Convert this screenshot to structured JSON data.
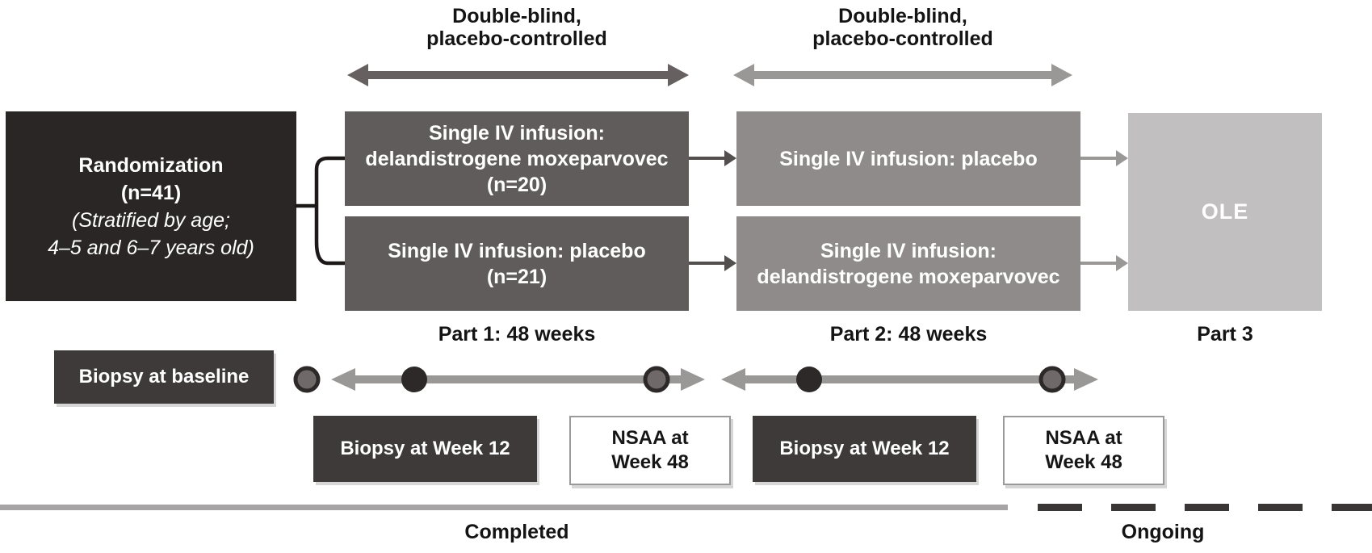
{
  "header": {
    "part1_label": "Double-blind,\nplacebo-controlled",
    "part2_label": "Double-blind,\nplacebo-controlled"
  },
  "randomization": {
    "title": "Randomization",
    "n": "(n=41)",
    "stratification": "(Stratified by age;\n4–5 and 6–7 years old)"
  },
  "part1": {
    "arm1": "Single IV infusion:\ndelandistrogene moxeparvovec\n(n=20)",
    "arm2": "Single IV infusion: placebo\n(n=21)",
    "label": "Part 1: 48 weeks"
  },
  "part2": {
    "arm1": "Single IV infusion: placebo",
    "arm2": "Single IV infusion:\ndelandistrogene moxeparvovec",
    "label": "Part 2: 48 weeks"
  },
  "part3": {
    "box": "OLE",
    "label": "Part 3"
  },
  "timeline": {
    "baseline_biopsy": "Biopsy at baseline",
    "part1_biopsy": "Biopsy at Week 12",
    "part1_nsaa": "NSAA at\nWeek 48",
    "part2_biopsy": "Biopsy at Week 12",
    "part2_nsaa": "NSAA at\nWeek 48"
  },
  "status": {
    "completed": "Completed",
    "ongoing": "Ongoing"
  },
  "colors": {
    "randomization_box": "#2a2626",
    "part1_box": "#615c5c",
    "part2_box": "#8f8b8b",
    "ole_box": "#c1bfbf",
    "biopsy_box": "#3e3a3a",
    "nsaa_border": "#9a9a9a",
    "dark_arrow": "#666060",
    "light_arrow": "#9a9797",
    "connector_dark": "#544f4f",
    "connector_light": "#9a9797",
    "dot_black": "#2d2929",
    "dot_gray": "#6f6969",
    "bracket": "#1d1919",
    "solid_line": "#a6a4a4",
    "dash": "#3a3636"
  }
}
